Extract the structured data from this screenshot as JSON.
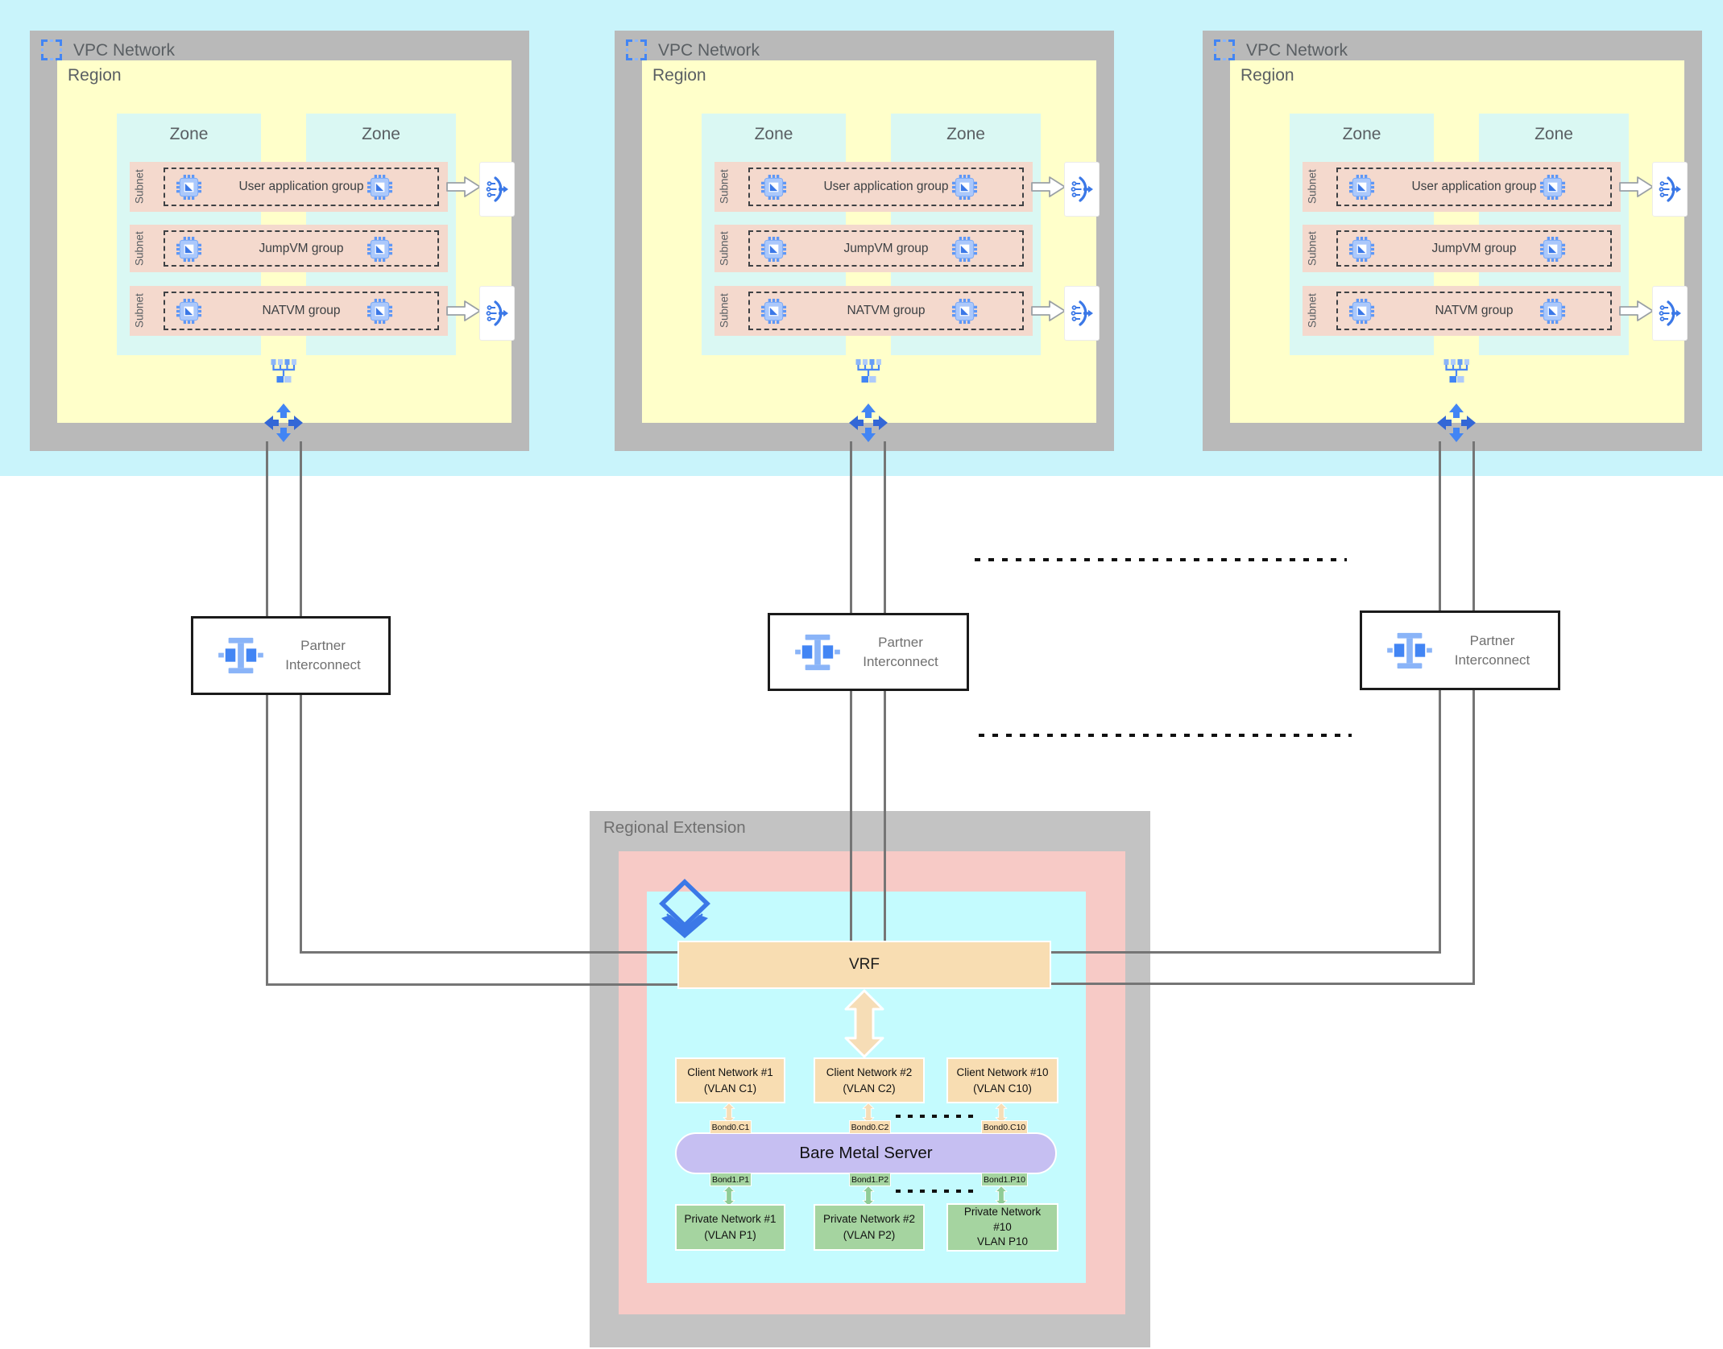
{
  "colors": {
    "band_cyan": "#c9f4fb",
    "vpc_gray": "#b9b9b9",
    "region_yellow": "#ffffca",
    "zone_cyan": "#daf8f3",
    "subnet_salmon": "#f4d9cd",
    "re_gray": "#c3c3c3",
    "re_pink": "#f7cac6",
    "re_cyan": "#c4fbfe",
    "tan": "#f8ddb2",
    "lavender": "#c6bff2",
    "green": "#a5d4a0",
    "line_gray": "#757575",
    "google_blue": "#4285f4"
  },
  "vpcs": [
    {
      "title": "VPC Network",
      "region_label": "Region",
      "zone1": "Zone",
      "zone2": "Zone",
      "subnet_label": "Subnet",
      "groups": [
        "User application group",
        "JumpVM group",
        "NATVM group"
      ]
    },
    {
      "title": "VPC Network",
      "region_label": "Region",
      "zone1": "Zone",
      "zone2": "Zone",
      "subnet_label": "Subnet",
      "groups": [
        "User application group",
        "JumpVM group",
        "NATVM group"
      ]
    },
    {
      "title": "VPC Network",
      "region_label": "Region",
      "zone1": "Zone",
      "zone2": "Zone",
      "subnet_label": "Subnet",
      "groups": [
        "User application group",
        "JumpVM group",
        "NATVM group"
      ]
    }
  ],
  "interconnects": [
    {
      "line1": "Partner",
      "line2": "Interconnect"
    },
    {
      "line1": "Partner",
      "line2": "Interconnect"
    },
    {
      "line1": "Partner",
      "line2": "Interconnect"
    }
  ],
  "regional_extension": {
    "title": "Regional Extension",
    "vrf_label": "VRF",
    "client_networks": [
      {
        "line1": "Client Network #1",
        "line2": "(VLAN C1)"
      },
      {
        "line1": "Client Network #2",
        "line2": "(VLAN C2)"
      },
      {
        "line1": "Client Network #10",
        "line2": "(VLAN C10)"
      }
    ],
    "bond_top": [
      "Bond0.C1",
      "Bond0.C2",
      "Bond0.C10"
    ],
    "server_label": "Bare Metal Server",
    "bond_bottom": [
      "Bond1.P1",
      "Bond1.P2",
      "Bond1.P10"
    ],
    "private_networks": [
      {
        "line1": "Private Network #1",
        "line2": "(VLAN P1)",
        "line3": ""
      },
      {
        "line1": "Private Network #2",
        "line2": "(VLAN P2)",
        "line3": ""
      },
      {
        "line1": "Private Network",
        "line2": "#10",
        "line3": "VLAN P10"
      }
    ]
  }
}
